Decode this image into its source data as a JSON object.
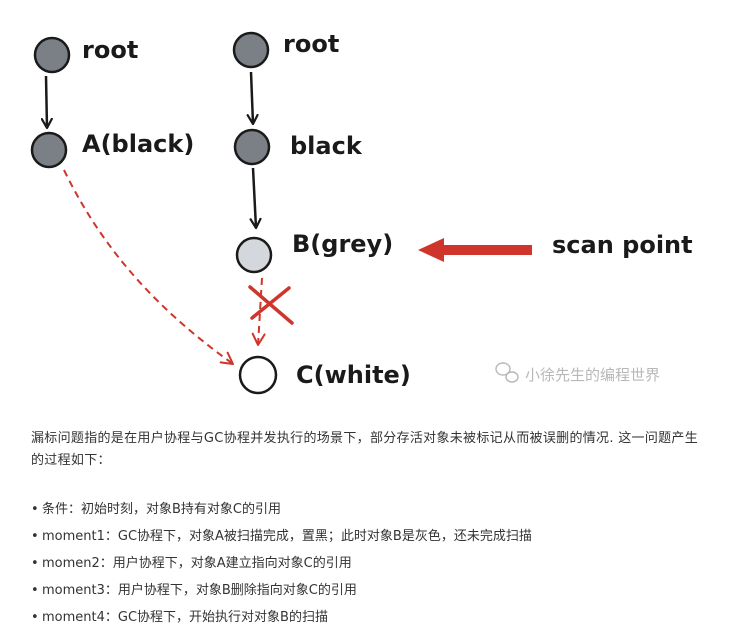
{
  "diagram": {
    "left_tree": {
      "root_label": "root",
      "a_label": "A(black)"
    },
    "right_tree": {
      "root_label": "root",
      "black_label": "black",
      "b_label": "B(grey)",
      "c_label": "C(white)"
    },
    "scan_label": "scan point",
    "watermark": "小徐先生的编程世界",
    "colors": {
      "black_node": "#7b7f86",
      "grey_node": "#d4d7dc",
      "white_node": "#ffffff",
      "red": "#d0352c",
      "outline": "#1a1a1a"
    }
  },
  "article": {
    "paragraph": "漏标问题指的是在用户协程与GC协程并发执行的场景下，部分存活对象未被标记从而被误删的情况. 这一问题产生的过程如下：",
    "bullet_symbol": "•",
    "bullets": [
      "条件：初始时刻，对象B持有对象C的引用",
      "moment1：GC协程下，对象A被扫描完成，置黑；此时对象B是灰色，还未完成扫描",
      "momen2：用户协程下，对象A建立指向对象C的引用",
      "moment3：用户协程下，对象B删除指向对象C的引用",
      "moment4：GC协程下，开始执行对对象B的扫描"
    ]
  }
}
